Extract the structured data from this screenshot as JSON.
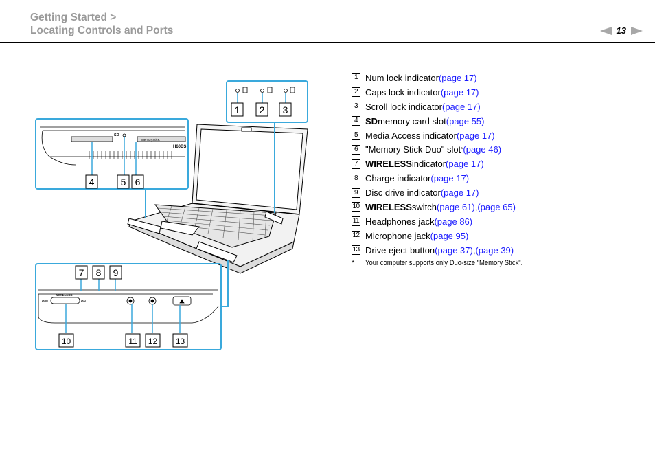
{
  "header": {
    "section": "Getting Started >",
    "subsection": "Locating Controls and Ports",
    "page_number": "13"
  },
  "figure": {
    "labels": [
      "1",
      "2",
      "3",
      "4",
      "5",
      "6",
      "7",
      "8",
      "9",
      "10",
      "11",
      "12",
      "13"
    ],
    "panel_text": {
      "sd": "SD",
      "memory_stick": "MemorySticK",
      "model": "H60BS",
      "wireless": "WIRELESS",
      "off": "OFF",
      "on": "ON"
    }
  },
  "items": [
    {
      "num": "1",
      "parts": [
        {
          "t": "Num lock indicator "
        },
        {
          "t": "(page 17)",
          "link": true
        }
      ]
    },
    {
      "num": "2",
      "parts": [
        {
          "t": "Caps lock indicator "
        },
        {
          "t": "(page 17)",
          "link": true
        }
      ]
    },
    {
      "num": "3",
      "parts": [
        {
          "t": "Scroll lock indicator "
        },
        {
          "t": "(page 17)",
          "link": true
        }
      ]
    },
    {
      "num": "4",
      "parts": [
        {
          "t": "SD",
          "bold": true
        },
        {
          "t": " memory card slot "
        },
        {
          "t": "(page 55)",
          "link": true
        }
      ]
    },
    {
      "num": "5",
      "parts": [
        {
          "t": "Media Access indicator "
        },
        {
          "t": "(page 17)",
          "link": true
        }
      ]
    },
    {
      "num": "6",
      "parts": [
        {
          "t": "\"Memory Stick Duo\" slot"
        },
        {
          "t": "*",
          "sup": true
        },
        {
          "t": " "
        },
        {
          "t": "(page 46)",
          "link": true
        }
      ]
    },
    {
      "num": "7",
      "parts": [
        {
          "t": "WIRELESS",
          "bold": true
        },
        {
          "t": " indicator "
        },
        {
          "t": "(page 17)",
          "link": true
        }
      ]
    },
    {
      "num": "8",
      "parts": [
        {
          "t": "Charge indicator "
        },
        {
          "t": "(page 17)",
          "link": true
        }
      ]
    },
    {
      "num": "9",
      "parts": [
        {
          "t": "Disc drive indicator "
        },
        {
          "t": "(page 17)",
          "link": true
        }
      ]
    },
    {
      "num": "10",
      "parts": [
        {
          "t": "WIRELESS",
          "bold": true
        },
        {
          "t": " switch "
        },
        {
          "t": "(page 61)",
          "link": true
        },
        {
          "t": ", "
        },
        {
          "t": "(page 65)",
          "link": true
        }
      ]
    },
    {
      "num": "11",
      "parts": [
        {
          "t": "Headphones jack "
        },
        {
          "t": "(page 86)",
          "link": true
        }
      ]
    },
    {
      "num": "12",
      "parts": [
        {
          "t": "Microphone jack "
        },
        {
          "t": "(page 95)",
          "link": true
        }
      ]
    },
    {
      "num": "13",
      "parts": [
        {
          "t": "Drive eject button "
        },
        {
          "t": "(page 37)",
          "link": true
        },
        {
          "t": ", "
        },
        {
          "t": "(page 39)",
          "link": true
        }
      ]
    }
  ],
  "footnote": {
    "mark": "*",
    "text": "Your computer supports only Duo-size \"Memory Stick\"."
  },
  "colors": {
    "callout_frame": "#3aa9dc",
    "link": "#1a1aff",
    "header_gray": "#9a9a9a"
  }
}
